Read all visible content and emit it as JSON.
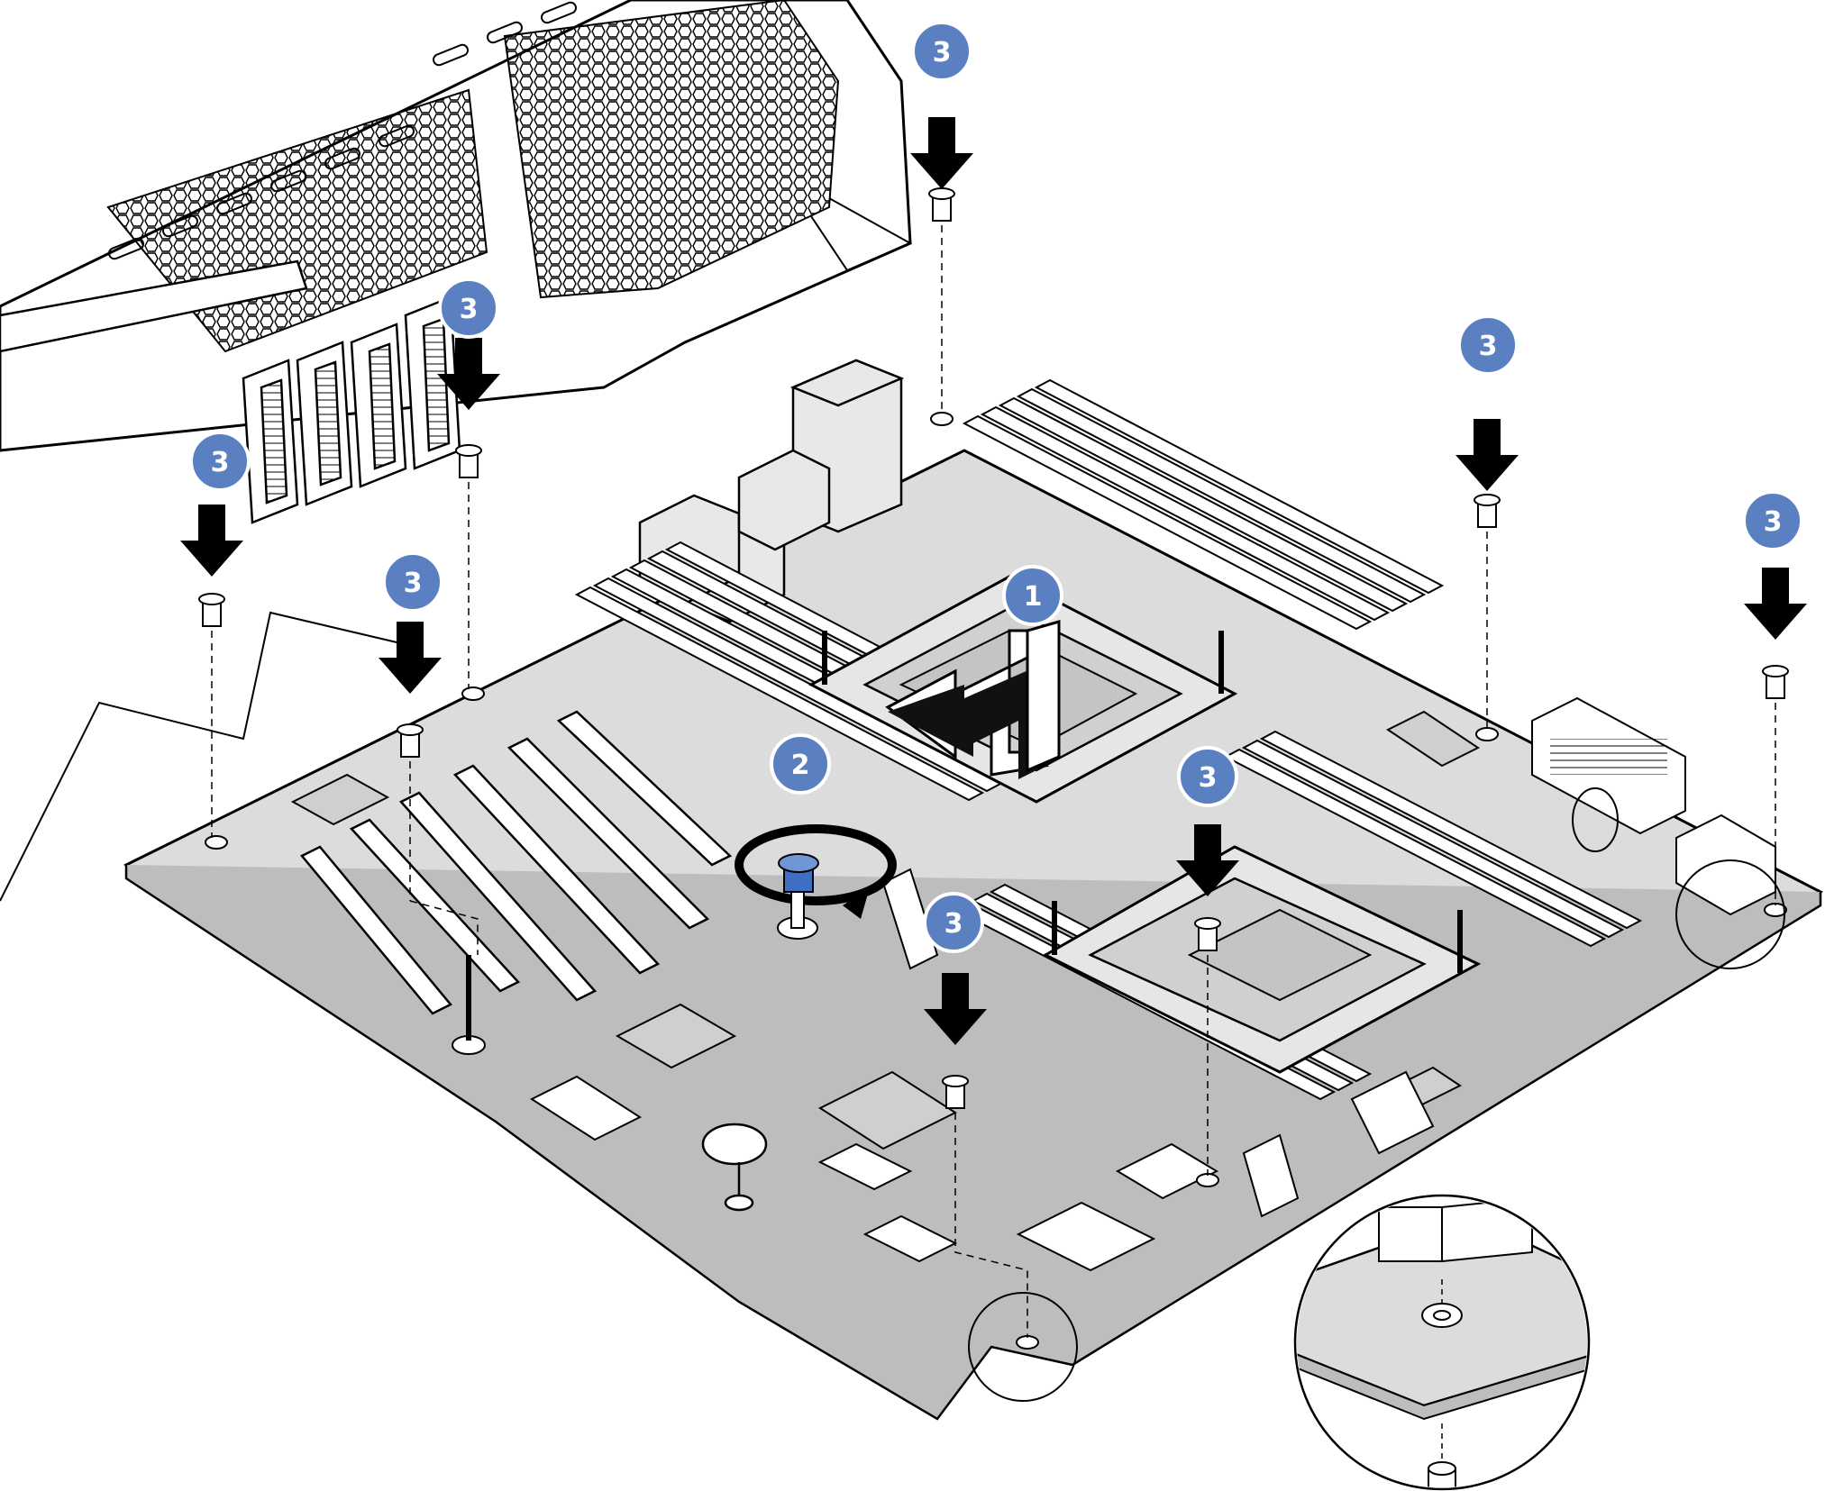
{
  "diagram": {
    "colors": {
      "callout_fill": "#5b80c2",
      "callout_ring": "#ffffff",
      "board_fill": "#d9d9d9",
      "line": "#000000",
      "accent_blue": "#3f6fc2"
    },
    "callouts": [
      {
        "id": "c1",
        "label": "1",
        "step": "slide-board"
      },
      {
        "id": "c2",
        "label": "2",
        "step": "tighten-plunger"
      },
      {
        "id": "c3a",
        "label": "3",
        "step": "install-standoff"
      },
      {
        "id": "c3b",
        "label": "3",
        "step": "install-standoff"
      },
      {
        "id": "c3c",
        "label": "3",
        "step": "install-standoff"
      },
      {
        "id": "c3d",
        "label": "3",
        "step": "install-standoff"
      },
      {
        "id": "c3e",
        "label": "3",
        "step": "install-standoff"
      },
      {
        "id": "c3f",
        "label": "3",
        "step": "install-standoff"
      },
      {
        "id": "c3g",
        "label": "3",
        "step": "install-standoff"
      },
      {
        "id": "c3h",
        "label": "3",
        "step": "install-standoff"
      }
    ],
    "icons": [
      "down-arrow-icon",
      "slide-arrow-icon",
      "rotate-arrow-icon",
      "screw-icon",
      "magnifier-detail-icon"
    ]
  }
}
